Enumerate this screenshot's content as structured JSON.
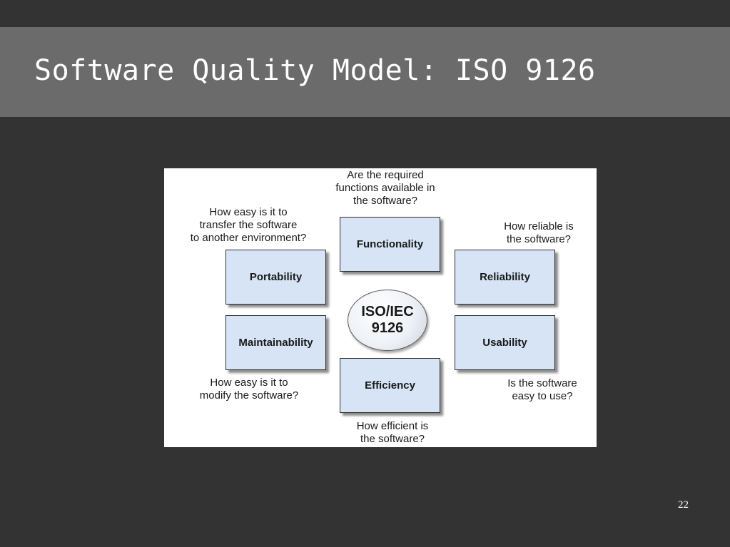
{
  "slide": {
    "title": "Software Quality Model: ISO 9126",
    "page_number": "22"
  },
  "diagram": {
    "center_label": "ISO/IEC\n9126",
    "characteristics": {
      "functionality": {
        "label": "Functionality",
        "question": [
          "Are the required",
          "functions available in",
          "the software?"
        ]
      },
      "reliability": {
        "label": "Reliability",
        "question": [
          "How reliable is",
          "the software?"
        ]
      },
      "usability": {
        "label": "Usability",
        "question": [
          "Is the software",
          "easy to use?"
        ]
      },
      "efficiency": {
        "label": "Efficiency",
        "question": [
          "How efficient is",
          "the software?"
        ]
      },
      "maintainability": {
        "label": "Maintainability",
        "question": [
          "How easy is it to",
          "modify the software?"
        ]
      },
      "portability": {
        "label": "Portability",
        "question": [
          "How easy is it to",
          "transfer the software",
          "to another environment?"
        ]
      }
    }
  }
}
